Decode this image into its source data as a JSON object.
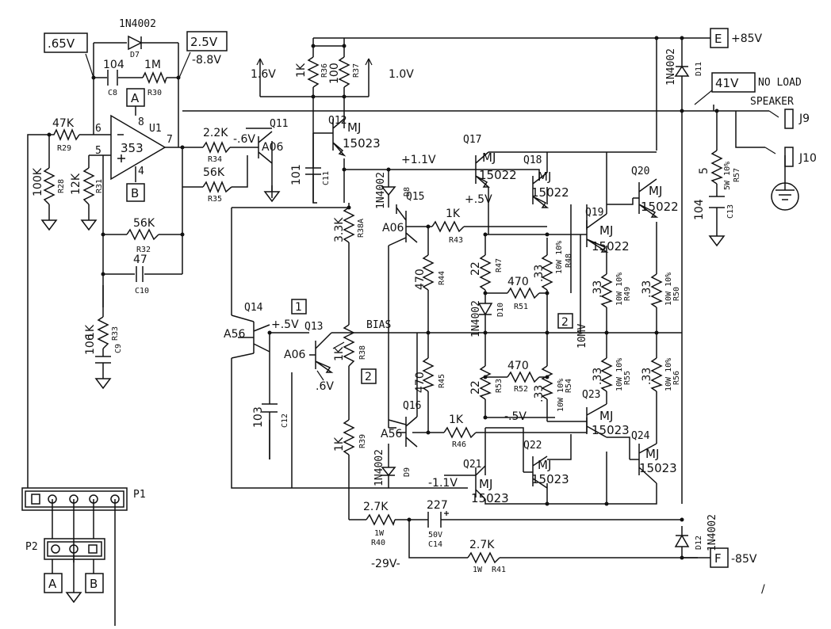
{
  "opamp": {
    "part": "353",
    "ref": "U1",
    "pin_inv": "6",
    "pin_noninv": "5",
    "pin_out": "7",
    "pin_vplus": "8",
    "pin_vminus": "4"
  },
  "voltage_boxes": {
    "opamp_input": ".65V",
    "opamp_output": "2.5V",
    "output_offset": "-8.8V",
    "output_no_load": "41V",
    "no_load_note": "NO LOAD"
  },
  "rails": {
    "pos_box": "E",
    "pos_value": "+85V",
    "neg_box": "F",
    "neg_value": "-85V",
    "neg_sub": "-29V-"
  },
  "power_refs": {
    "a": "A",
    "b": "B"
  },
  "feedback": {
    "cap_val": "104",
    "cap_ref": "C8",
    "res_val": "1M",
    "res_ref": "R30",
    "diode_val": "1N4002",
    "diode_ref": "D7"
  },
  "input_network": {
    "r29_val": "47K",
    "r29_ref": "R29",
    "r28_val": "100K",
    "r28_ref": "R28",
    "r31_val": "12K",
    "r31_ref": "R31",
    "r32_val": "56K",
    "r32_ref": "R32",
    "c10_val": "47",
    "c10_ref": "C10",
    "r33_val": "1K",
    "r33_ref": "R33",
    "c9_val": "106",
    "c9_ref": "C9"
  },
  "driver": {
    "r34_val": "2.2K",
    "r34_ref": "R34",
    "r35_val": "56K",
    "r35_ref": "R35",
    "q11_ref": "Q11",
    "q11_part": "A06",
    "q11_v": "-.6V",
    "c11_val": "101",
    "c11_ref": "C11",
    "r36_val": "1K",
    "r36_ref": "R36",
    "r37_val": "100",
    "r37_ref": "R37",
    "v_r36": "1.6V",
    "v_r37": "1.0V",
    "q12_ref": "Q12",
    "q12_mj": "MJ",
    "q12_part": "15023",
    "v_q12e": "+1.1V"
  },
  "bias": {
    "r38a_val": "3.3K",
    "r38a_ref": "R38A",
    "r38_val": "1K",
    "r38_ref": "R38",
    "r38_label": "BIAS",
    "r39_val": "1K",
    "r39_ref": "R39",
    "q14_ref": "Q14",
    "q14_part": "A56",
    "q14_v": "+.5V",
    "q13_ref": "Q13",
    "q13_part": "A06",
    "q13_v": ".6V",
    "c12_val": "103",
    "c12_ref": "C12",
    "marker1": "1",
    "marker2": "2"
  },
  "upper_output": {
    "d8_val": "1N4002",
    "d8_ref": "D8",
    "q15_ref": "Q15",
    "q15_part": "A06",
    "q15_v": "+.5V",
    "r43_val": "1K",
    "r43_ref": "R43",
    "r44_val": "470",
    "r44_ref": "R44",
    "q17_ref": "Q17",
    "q17_mj": "MJ",
    "q17_part": "15022",
    "q18_ref": "Q18",
    "q18_mj": "MJ",
    "q18_part": "15022",
    "q19_ref": "Q19",
    "q19_mj": "MJ",
    "q19_part": "15022",
    "q20_ref": "Q20",
    "q20_mj": "MJ",
    "q20_part": "15022",
    "r47_val": "22",
    "r47_ref": "R47",
    "r48_val": ".33",
    "r48_rating": "10W 10%",
    "r48_ref": "R48",
    "r51_val": "470",
    "r51_ref": "R51",
    "d10_val": "1N4002",
    "d10_ref": "D10",
    "r49_val": ".33",
    "r49_rating": "10W 10%",
    "r49_ref": "R49",
    "r50_val": ".33",
    "r50_rating": "10W 10%",
    "r50_ref": "R50",
    "v_mid": "10MV",
    "marker2": "2"
  },
  "lower_output": {
    "r45_val": "470",
    "r45_ref": "R45",
    "r52_val": "470",
    "r52_ref": "R52",
    "r53_val": "22",
    "r53_ref": "R53",
    "r54_val": ".33",
    "r54_rating": "10W 10%",
    "r54_ref": "R54",
    "r55_val": ".33",
    "r55_rating": "10W 10%",
    "r55_ref": "R55",
    "r56_val": ".33",
    "r56_rating": "10W 10%",
    "r56_ref": "R56",
    "q16_ref": "Q16",
    "q16_part": "A56",
    "r46_val": "1K",
    "r46_ref": "R46",
    "v_q23b": "-.5V",
    "q21_ref": "Q21",
    "q21_mj": "MJ",
    "q21_part": "15023",
    "q21_v": "-1.1V",
    "q22_ref": "Q22",
    "q22_mj": "MJ",
    "q22_part": "15023",
    "q23_ref": "Q23",
    "q23_mj": "MJ",
    "q23_part": "15023",
    "q24_ref": "Q24",
    "q24_mj": "MJ",
    "q24_part": "15023",
    "d9_val": "1N4002",
    "d9_ref": "D9"
  },
  "negative_supply": {
    "r40_val": "2.7K",
    "r40_rating": "1W",
    "r40_ref": "R40",
    "c14_val": "227",
    "c14_rating": "50V",
    "c14_ref": "C14",
    "r41_val": "2.7K",
    "r41_rating": "1W",
    "r41_ref": "R41",
    "d11_val": "1N4002",
    "d11_ref": "D11",
    "d12_val": "1N4002",
    "d12_ref": "D12"
  },
  "output_network": {
    "speaker_label": "SPEAKER",
    "j9": "J9",
    "j10": "J10",
    "r57_val": "5",
    "r57_rating": "5W 10%",
    "r57_ref": "R57",
    "c13_val": "104",
    "c13_ref": "C13"
  },
  "connectors": {
    "p1": "P1",
    "p2": "P2"
  },
  "page_mark": "/"
}
